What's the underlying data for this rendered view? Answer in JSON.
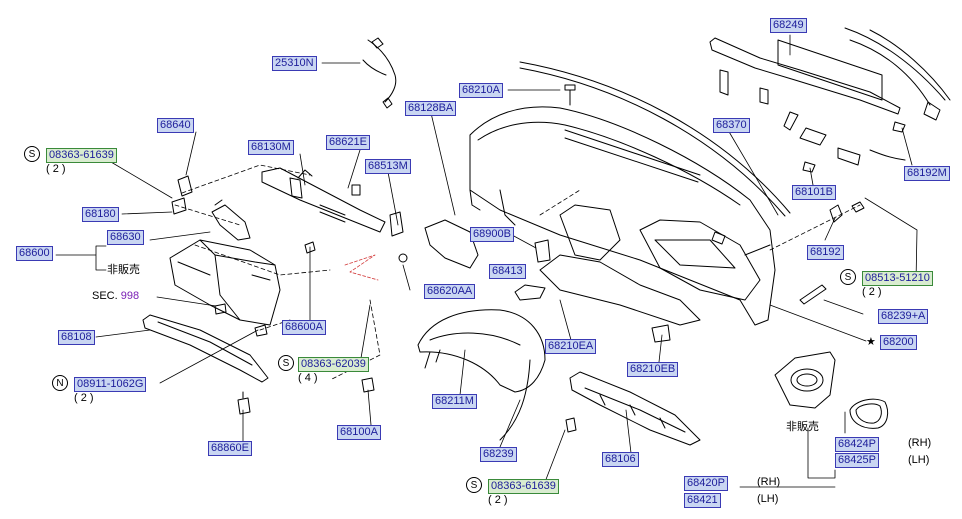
{
  "parts": {
    "p25310N": "25310N",
    "p68249": "68249",
    "p68210A": "68210A",
    "p68128BA": "68128BA",
    "p68640": "68640",
    "p68621E": "68621E",
    "p68370": "68370",
    "p68130M": "68130M",
    "p68513M": "68513M",
    "p68192M": "68192M",
    "p68180": "68180",
    "p68101B": "68101B",
    "p68630": "68630",
    "p68900B": "68900B",
    "p68192": "68192",
    "p68600": "68600",
    "p68413": "68413",
    "p68620AA": "68620AA",
    "p68239A": "68239+A",
    "p68108": "68108",
    "p68600A": "68600A",
    "p68210EA": "68210EA",
    "p68200": "68200",
    "p68210EB": "68210EB",
    "p68211M": "68211M",
    "p68100A": "68100A",
    "p68106": "68106",
    "p68239": "68239",
    "p68424P": "68424P",
    "p68425P": "68425P",
    "p68860E": "68860E",
    "p68420P": "68420P",
    "p68421": "68421"
  },
  "bolts": {
    "b1": {
      "prefix": "S",
      "code": "08363-61639",
      "qty": "( 2 )"
    },
    "b2": {
      "prefix": "S",
      "code": "08513-51210",
      "qty": "( 2 )"
    },
    "b3": {
      "prefix": "S",
      "code": "08363-62039",
      "qty": "( 4 )"
    },
    "b4": {
      "prefix": "N",
      "code": "08911-1062G",
      "qty": "( 2 )"
    },
    "b5": {
      "prefix": "S",
      "code": "08363-61639",
      "qty": "( 2 )"
    }
  },
  "notes": {
    "not_for_sale": "非販売",
    "sec_prefix": "SEC.",
    "sec_number": "998",
    "star": "★",
    "rh": "(RH)",
    "lh": "(LH)"
  }
}
